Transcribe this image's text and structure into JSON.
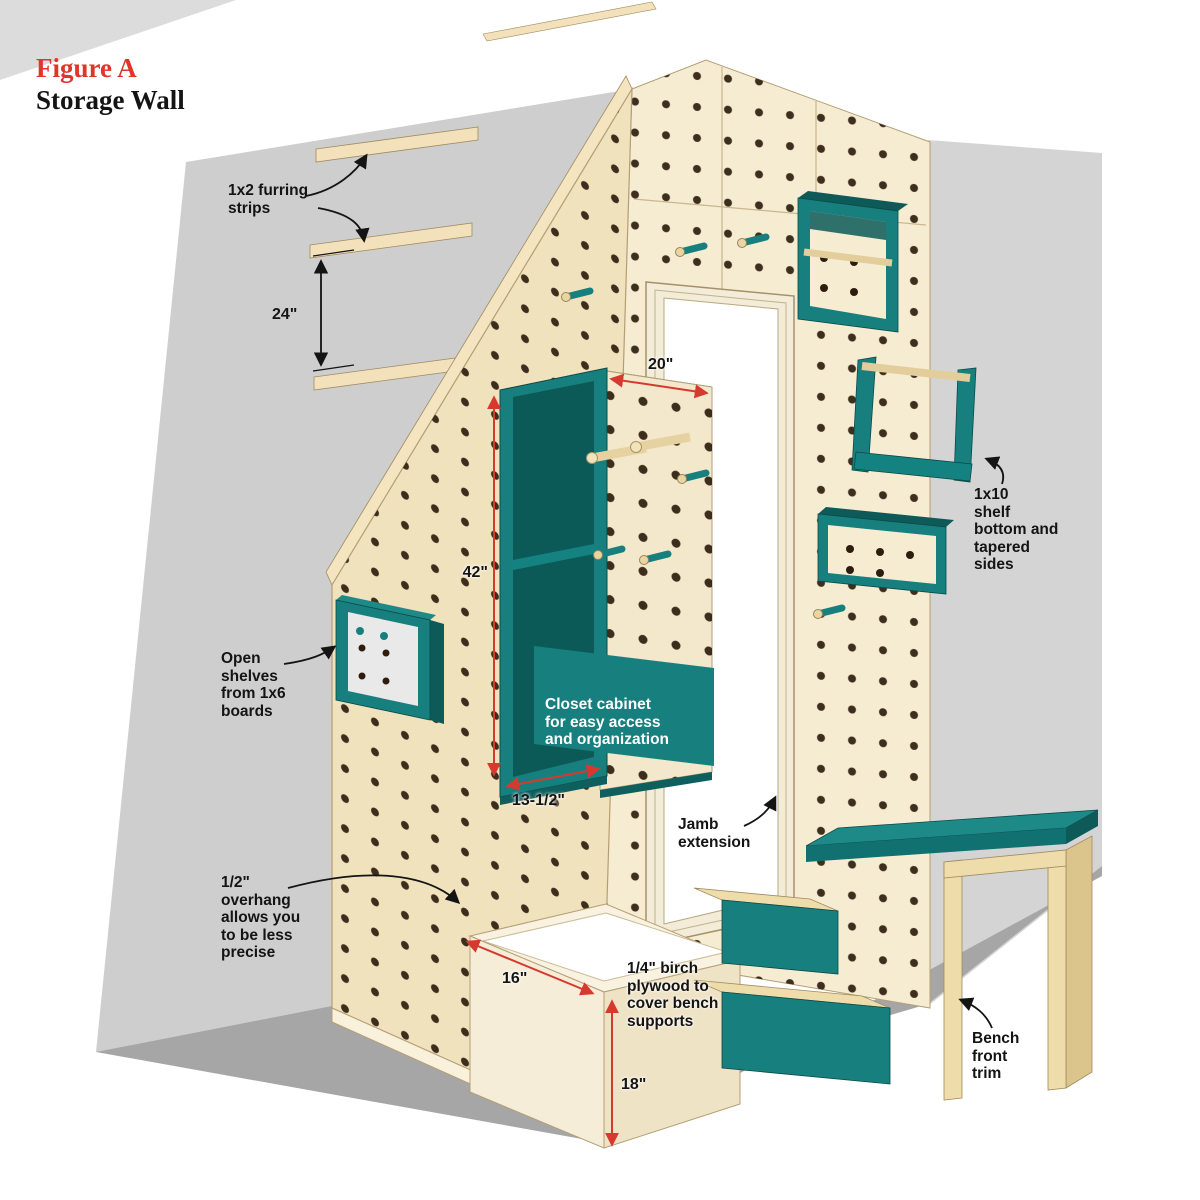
{
  "figure": {
    "label": "Figure A",
    "title": "Storage Wall"
  },
  "labels": {
    "furring": "1x2 furring\nstrips",
    "open_shelves": "Open\nshelves\nfrom 1x6\nboards",
    "closet": "Closet cabinet\nfor easy access\nand organization",
    "jamb": "Jamb\nextension",
    "overhang": "1/2\"\noverhang\nallows you\nto be less\nprecise",
    "birch": "1/4\" birch\nplywood to\ncover bench\nsupports",
    "shelf_1x10": "1x10\nshelf\nbottom and\ntapered\nsides",
    "bench_trim": "Bench\nfront\ntrim"
  },
  "dimensions": {
    "d24": "24\"",
    "d20": "20\"",
    "d42": "42\"",
    "d135": "13-1/2\"",
    "d16": "16\"",
    "d18": "18\""
  },
  "colors": {
    "accent_red": "#e0352b",
    "dimension_red": "#d6392e",
    "teal": "#17807e",
    "teal_dark": "#0d5a59",
    "teal_light": "#1d8a88",
    "pegboard_cream": "#f0e2bd",
    "pegboard_cream_light": "#f6ecd2",
    "wood_tan": "#eedcab",
    "wall_gray": "#cecece",
    "wall_gray_right": "#d4d4d4",
    "floor_gray": "#a6a6a6",
    "hole_brown": "#2e1d0e",
    "text_black": "#141414",
    "label_white": "#ffffff"
  }
}
